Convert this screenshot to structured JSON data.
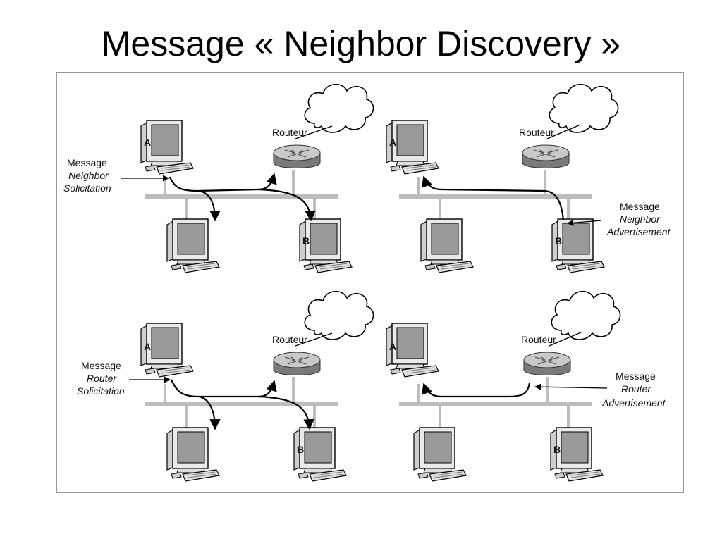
{
  "title": "Message « Neighbor Discovery »",
  "colors": {
    "bus": "#bdbdbd",
    "screen": "#9a9a9a",
    "case": "#e9e9e9",
    "router_top": "#c9c9c9",
    "router_side": "#7a7a7a",
    "arrow": "#000000"
  },
  "panels": [
    {
      "router_label": "Routeur",
      "host_a": "A",
      "host_b": "B",
      "message": {
        "line1": "Message",
        "line2": "Neighbor",
        "line3": "Solicitation"
      }
    },
    {
      "router_label": "Routeur",
      "host_a": "A",
      "host_b": "B",
      "message": {
        "line1": "Message",
        "line2": "Neighbor",
        "line3": "Advertisement"
      }
    },
    {
      "router_label": "Routeur",
      "host_a": "A",
      "host_b": "B",
      "message": {
        "line1": "Message",
        "line2": "Router",
        "line3": "Solicitation"
      }
    },
    {
      "router_label": "Routeur",
      "host_a": "A",
      "host_b": "B",
      "message": {
        "line1": "Message",
        "line2": "Router",
        "line3": "Advertisement"
      }
    }
  ],
  "icons": {
    "cloud": "cloud-icon",
    "router": "router-icon",
    "computer": "computer-icon"
  }
}
